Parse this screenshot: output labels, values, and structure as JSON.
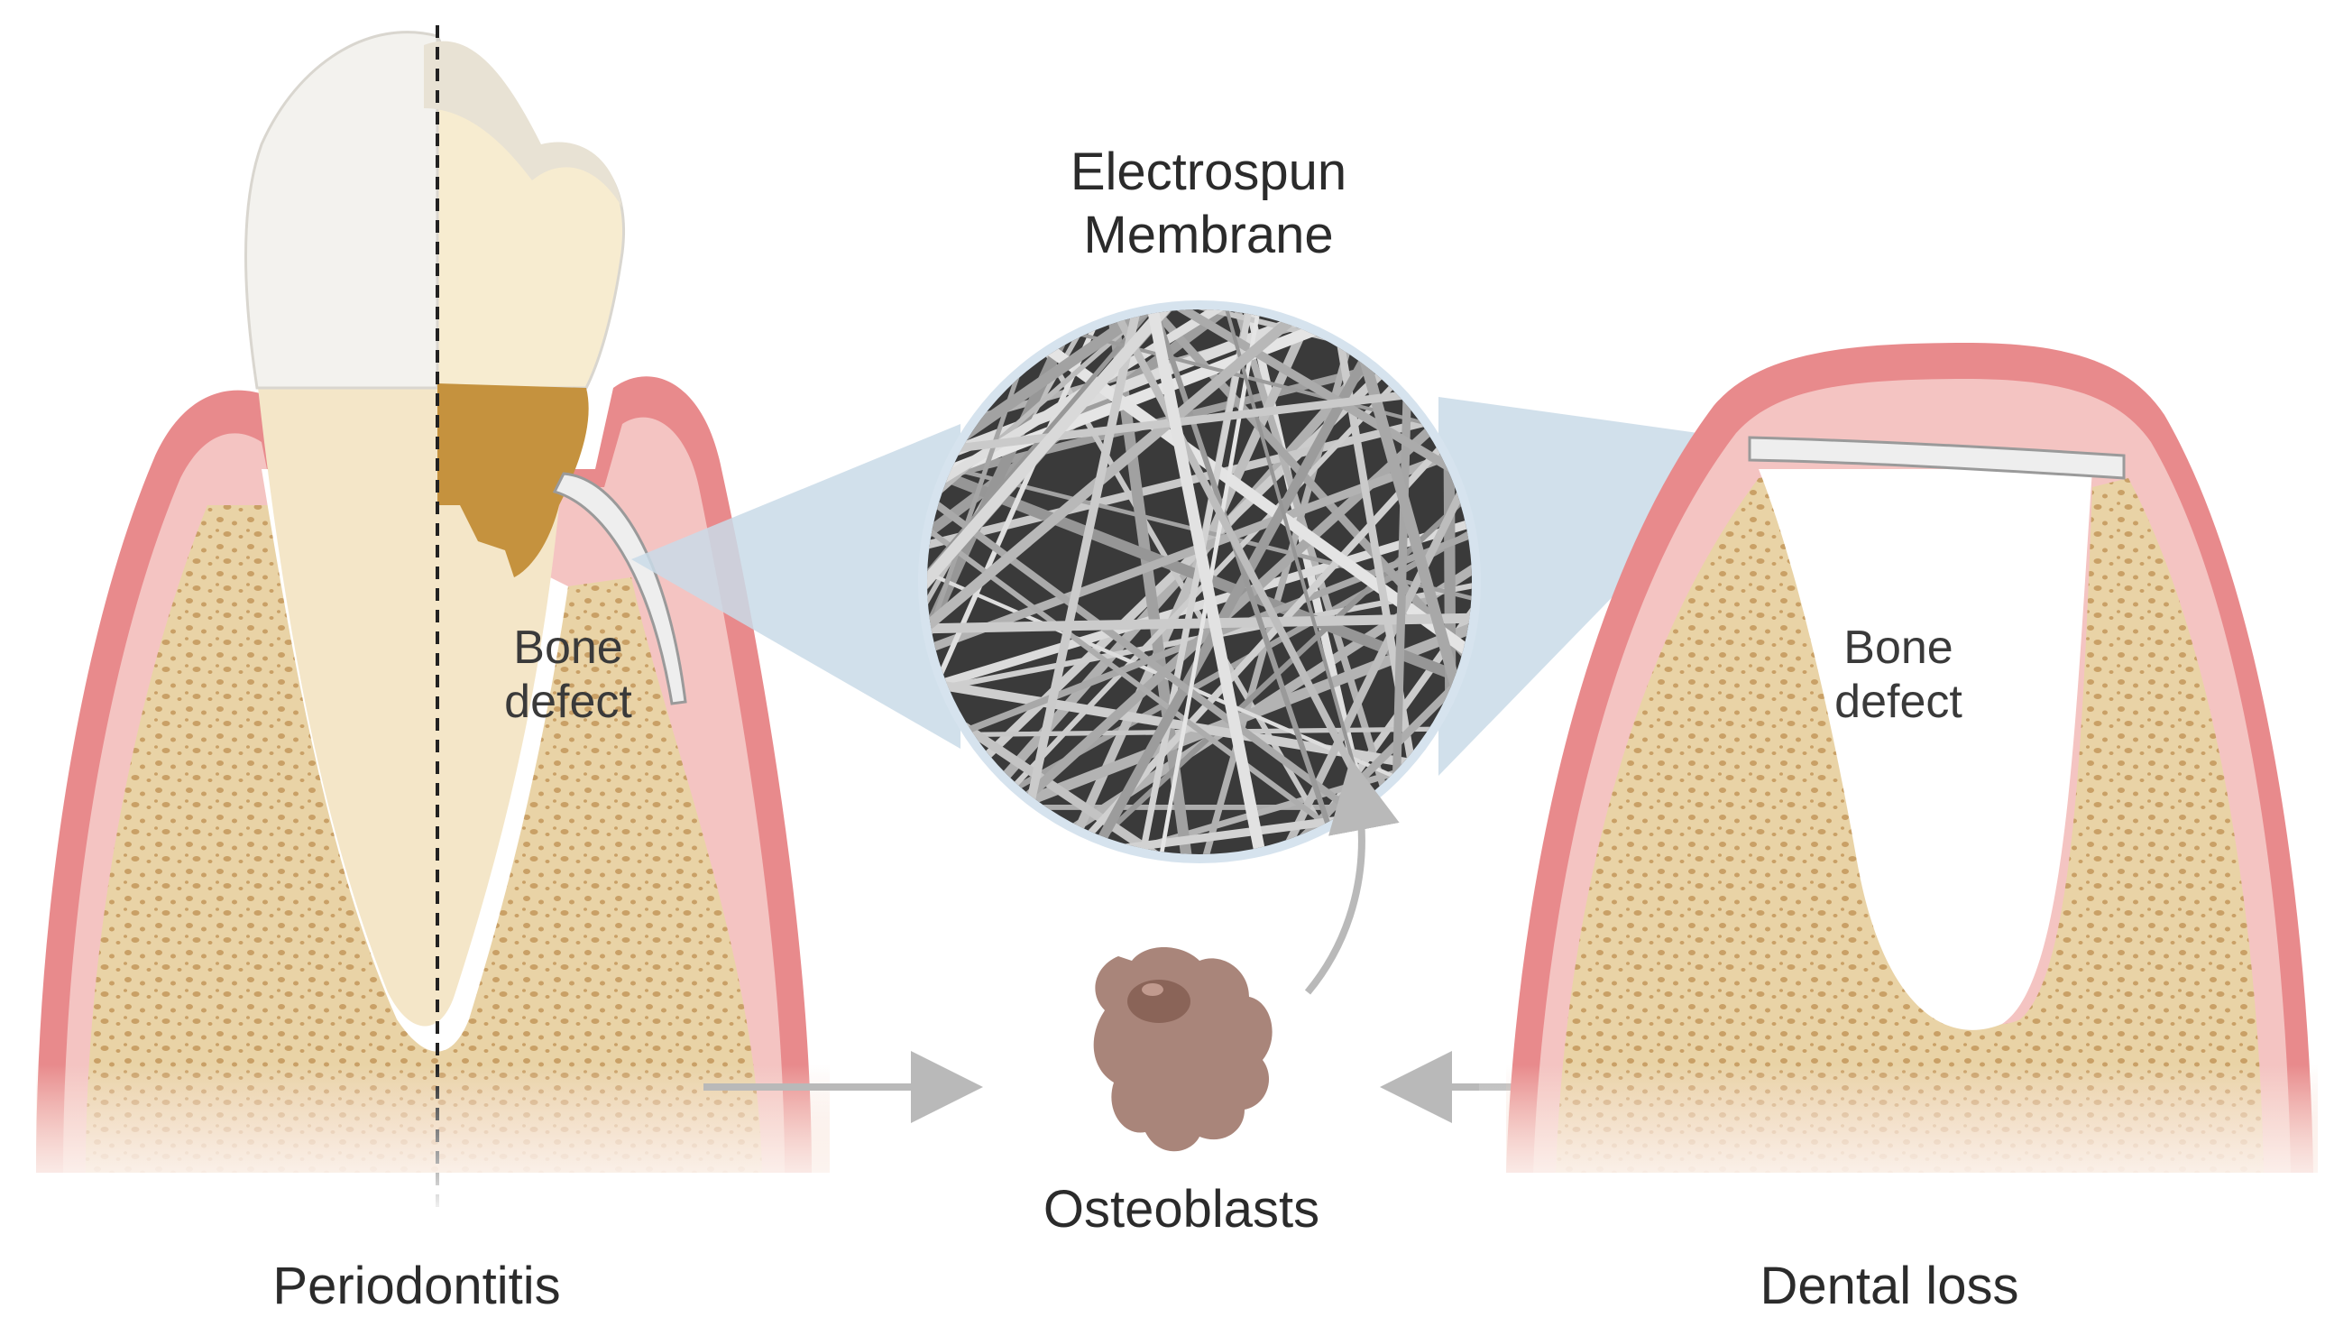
{
  "figure": {
    "title_line1": "Electrospun",
    "title_line2": "Membrane",
    "left_panel": {
      "caption": "Periodontitis",
      "defect_label_line1": "Bone",
      "defect_label_line2": "defect"
    },
    "center": {
      "cell_label": "Osteoblasts"
    },
    "right_panel": {
      "caption": "Dental loss",
      "defect_label_line1": "Bone",
      "defect_label_line2": "defect"
    }
  },
  "colors": {
    "gum": "#e88a8c",
    "gum_light": "#f4c4c2",
    "bone": "#e9d3a6",
    "bone_pore": "#c9a066",
    "enamel": "#f3f2ee",
    "dentin": "#f4e6c8",
    "calculus": "#c5923e",
    "membrane_fan": "#c9dae8",
    "osteoblast": "#a9857a",
    "arrow": "#b9b9b9"
  }
}
